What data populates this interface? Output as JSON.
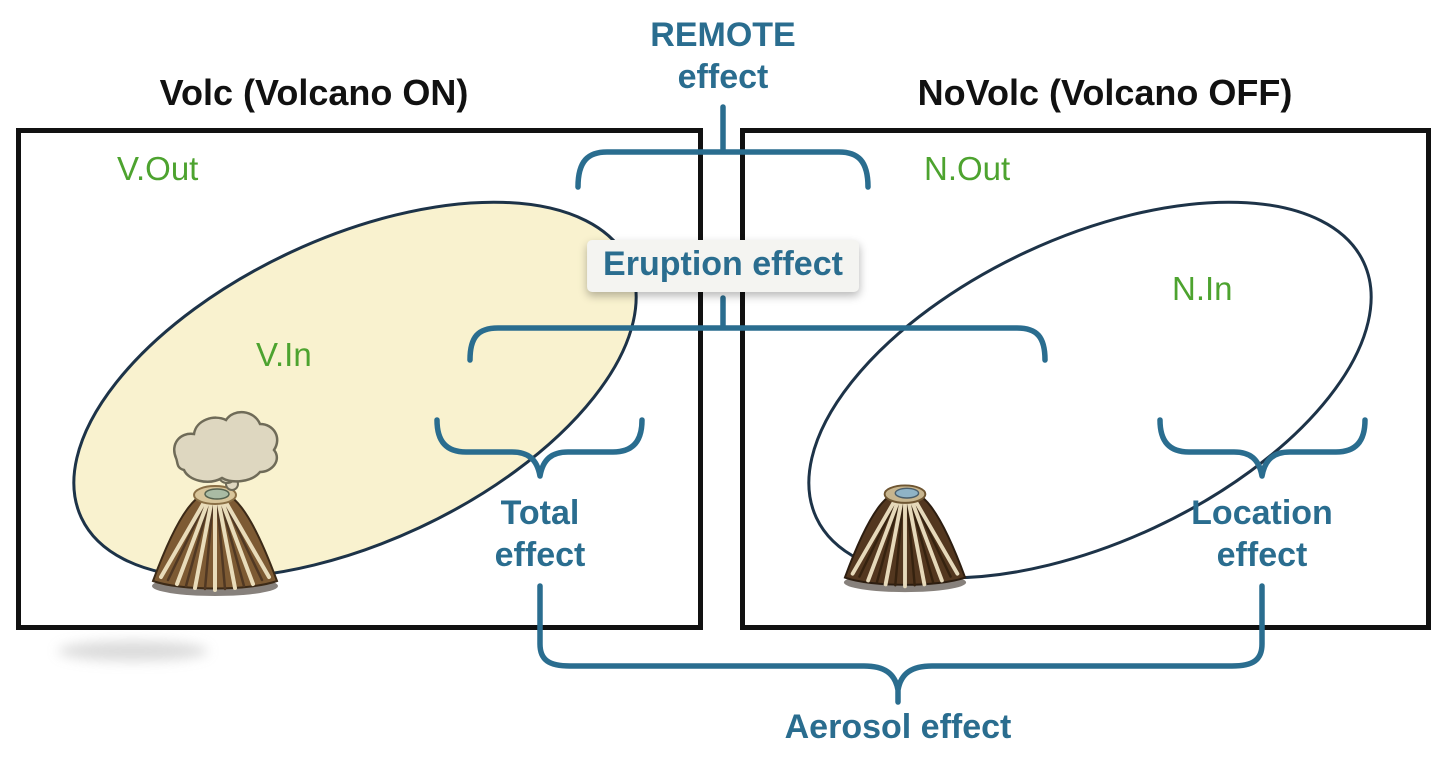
{
  "diagram": {
    "left_panel": {
      "title": "Volc (Volcano ON)",
      "outside_label": "V.Out",
      "inside_label": "V.In"
    },
    "right_panel": {
      "title": "NoVolc (Volcano OFF)",
      "outside_label": "N.Out",
      "inside_label": "N.In"
    },
    "effects": {
      "remote_line1": "REMOTE",
      "remote_line2": "effect",
      "eruption": "Eruption effect",
      "total_line1": "Total",
      "total_line2": "effect",
      "location_line1": "Location",
      "location_line2": "effect",
      "aerosol": "Aerosol effect"
    },
    "icons": {
      "left_volcano": "volcano-erupting-icon",
      "right_volcano": "volcano-dormant-icon",
      "cloud": "eruption-cloud-icon"
    },
    "colors": {
      "effect_label": "#2a6d8f",
      "region_label": "#4da32f",
      "volc_ellipse_fill": "#f9f2cf",
      "ellipse_stroke": "#1d3348",
      "box_border": "#111111"
    }
  }
}
